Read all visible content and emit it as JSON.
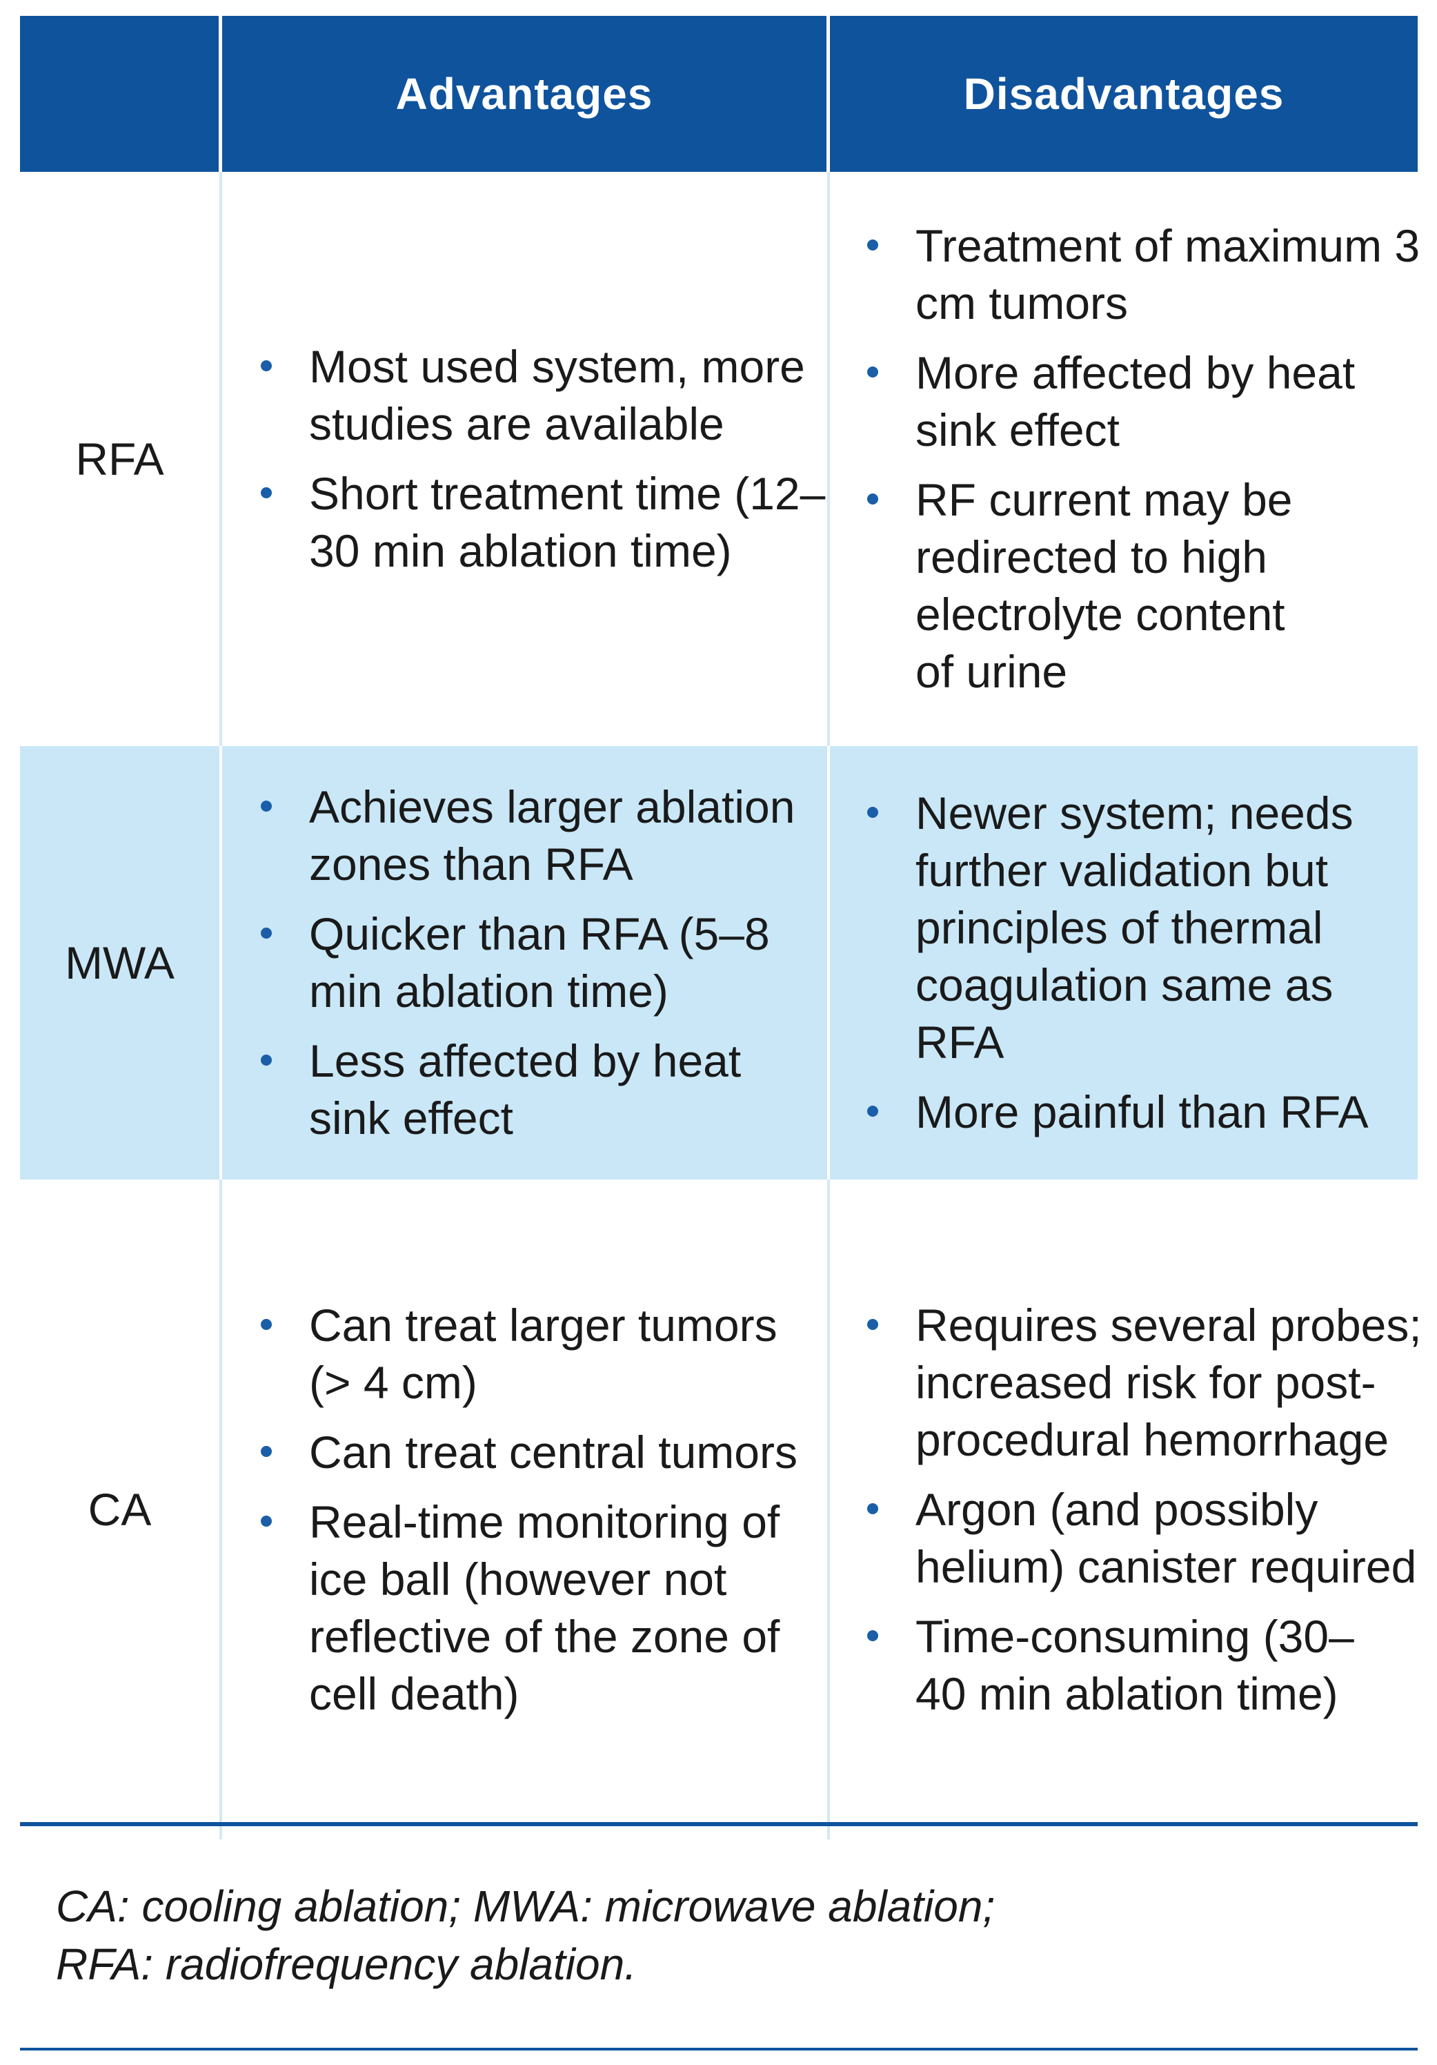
{
  "table": {
    "header": {
      "col0": "",
      "advantages": "Advantages",
      "disadvantages": "Disadvantages"
    },
    "rows": [
      {
        "label": "RFA",
        "advantages": [
          "Most used system, more studies are available",
          "Short treatment time (12–30 min ablation time)"
        ],
        "disadvantages": [
          "Treatment of maximum 3 cm tumors",
          "More affected by heat sink effect",
          "RF current may be redirected to high electrolyte content of urine"
        ]
      },
      {
        "label": "MWA",
        "advantages": [
          "Achieves larger ablation zones than RFA",
          "Quicker than RFA (5–8 min ablation time)",
          "Less affected by heat sink effect"
        ],
        "disadvantages": [
          "Newer system; needs further validation but principles of thermal coagulation same as RFA",
          "More painful than RFA"
        ]
      },
      {
        "label": "CA",
        "advantages": [
          "Can treat larger tumors (> 4 cm)",
          "Can treat central tumors",
          "Real-time monitoring of ice ball (however not reflective of the zone of cell death)"
        ],
        "disadvantages": [
          "Requires several probes; increased risk for post-procedural hemorrhage",
          "Argon (and possibly helium) canister required",
          "Time-consuming (30–40 min ablation time)"
        ]
      }
    ]
  },
  "footnote": {
    "line1": "CA: cooling ablation; MWA: microwave ablation;",
    "line2": "RFA: radiofrequency ablation."
  },
  "colors": {
    "header_bg": "#0f539d",
    "shaded_row_bg": "#c9e7f7",
    "bullet": "#1a5ea8"
  }
}
